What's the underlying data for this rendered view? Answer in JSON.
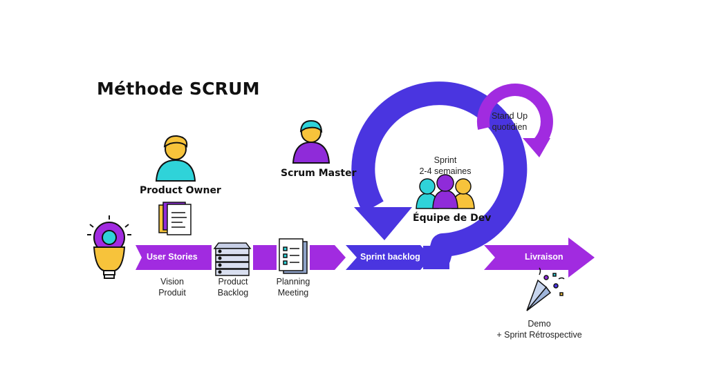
{
  "title": "Méthode SCRUM",
  "roles": {
    "product_owner": "Product Owner",
    "scrum_master": "Scrum Master",
    "dev_team": "Équipe de Dev"
  },
  "flow": {
    "user_stories": "User Stories",
    "sprint_backlog": "Sprint backlog",
    "livraison": "Livraison"
  },
  "captions": {
    "vision_line1": "Vision",
    "vision_line2": "Produit",
    "product_backlog_line1": "Product",
    "product_backlog_line2": "Backlog",
    "planning_line1": "Planning",
    "planning_line2": "Meeting",
    "demo_line1": "Demo",
    "demo_line2": "+ Sprint Rétrospective"
  },
  "sprint": {
    "line1": "Sprint",
    "line2": "2-4 semaines"
  },
  "standup": {
    "line1": "Stand Up",
    "line2": "quotidien"
  },
  "colors": {
    "purple": "#a12be0",
    "indigo": "#4a35e0",
    "cyan": "#2fd3d9",
    "yellow": "#f7c33b",
    "violet": "#8f2bd9"
  }
}
